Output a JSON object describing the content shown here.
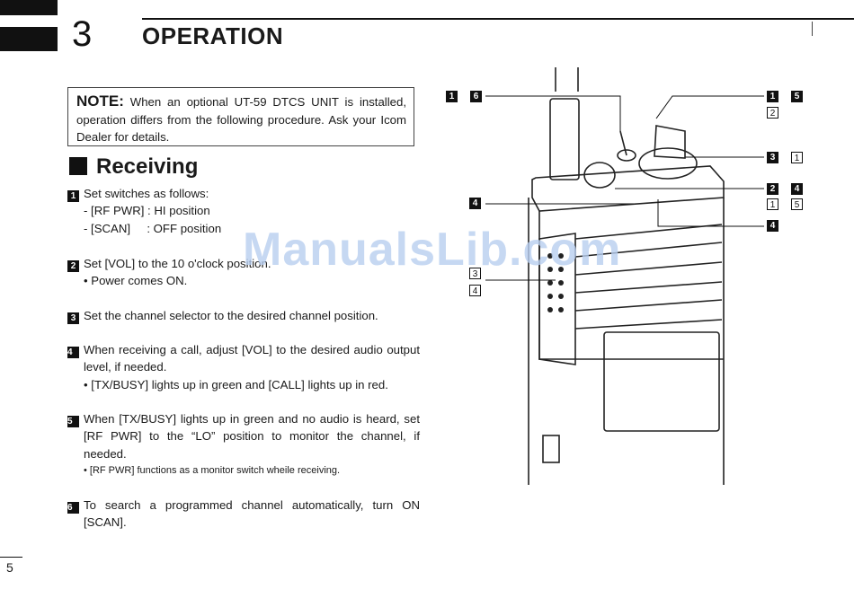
{
  "header": {
    "chapter_number": "3",
    "chapter_title": "OPERATION"
  },
  "note": {
    "label": "NOTE:",
    "text": " When an optional UT-59 DTCS UNIT is installed, operation differs from the following procedure.  Ask your Icom Dealer for details."
  },
  "section": {
    "title": "Receiving"
  },
  "steps": [
    {
      "number": "1",
      "text": "Set switches as follows:",
      "sub": [
        "- [RF PWR] : HI position",
        "- [SCAN]     : OFF position"
      ]
    },
    {
      "number": "2",
      "text": "Set [VOL] to the 10 o'clock position.",
      "sub": [
        "• Power comes ON."
      ]
    },
    {
      "number": "3",
      "text": "Set the channel selector to the desired channel position."
    },
    {
      "number": "4",
      "text": "When receiving a call, adjust [VOL] to the desired audio output level, if needed.",
      "sub": [
        "• [TX/BUSY] lights up in green and [CALL] lights up in red."
      ]
    },
    {
      "number": "5",
      "text": "When [TX/BUSY] lights up in green and no audio is heard, set [RF PWR] to the “LO” position to monitor the channel, if needed.",
      "sub": [
        "• [RF PWR] functions as a monitor switch wheile receiving."
      ]
    },
    {
      "number": "6",
      "text": "To search a programmed channel automatically, turn ON [SCAN]."
    }
  ],
  "diagram": {
    "callouts": {
      "c1_1": "1",
      "c1_6": "6",
      "c2_1": "1",
      "c2_5": "5",
      "c2_2": "2",
      "c3_3": "3",
      "c3_1": "1",
      "c4_2": "2",
      "c4_4": "4",
      "c4_1": "1",
      "c4_5": "5",
      "c5_4": "4",
      "c6_4": "4",
      "c7_3": "3",
      "c7_4": "4"
    }
  },
  "watermark": "ManualsLib.com",
  "footer": {
    "page_number": "5"
  }
}
